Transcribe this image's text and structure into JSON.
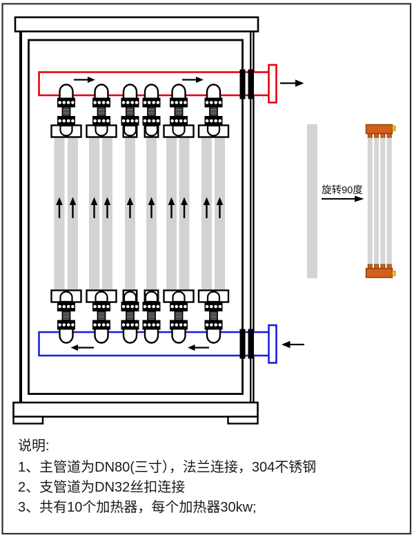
{
  "diagram": {
    "rotate_label": "旋转90度",
    "notes": {
      "heading": "说明:",
      "lines": [
        "1、主管道为DN80(三寸），法兰连接，304不锈钢",
        "2、支管道为DN32丝扣连接",
        "3、共有10个加热器，每个加热器30kw;"
      ]
    },
    "colors": {
      "supply_pipe_red": "#e8000d",
      "return_pipe_blue": "#1d1de0",
      "heater_tube_gray": "#d3d3d3",
      "manifold_cap_orange": "#d2601a",
      "terminal_tab_yellow": "#ecc11f",
      "outline_black": "#000000",
      "page_border": "#2f2f2f"
    }
  }
}
